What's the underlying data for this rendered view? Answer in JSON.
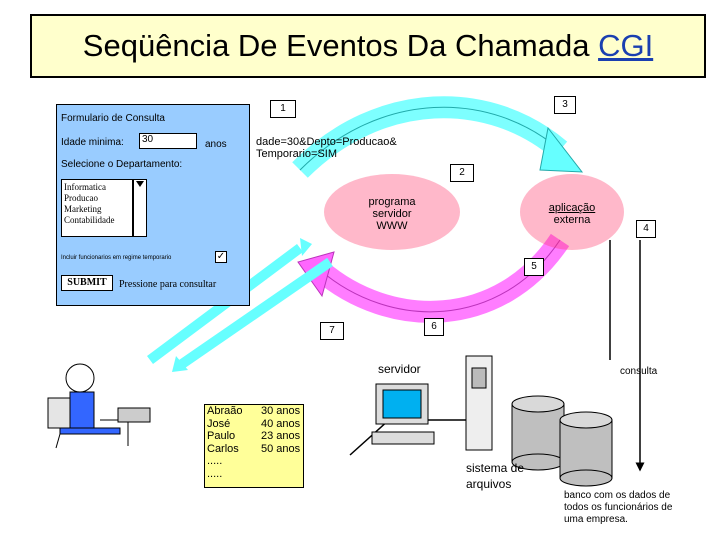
{
  "title": {
    "text": "Seqüência De Eventos Da Chamada ",
    "link": "CGI"
  },
  "form": {
    "title": "Formulario de  Consulta",
    "age_label": "Idade minima:",
    "age_value": "30",
    "age_unit": "anos",
    "dept_label": "Selecione o  Departamento:",
    "departments": [
      "Informatica",
      "Producao",
      "Marketing",
      "Contabilidade"
    ],
    "temp_label": "Incluir funcionarios em regime temporario",
    "submit": "SUBMIT",
    "submit_hint": "Pressione para consultar"
  },
  "steps": [
    "1",
    "2",
    "3",
    "4",
    "5",
    "6",
    "7"
  ],
  "query_string": [
    "dade=30&Depto=Producao&",
    "Temporario=SIM"
  ],
  "nodes": {
    "server_program": [
      "programa",
      "servidor",
      "WWW"
    ],
    "external_app": [
      "aplicação",
      "externa"
    ],
    "server": "servidor",
    "consulta": "consulta",
    "file_system": [
      "sistema de",
      "arquivos"
    ],
    "database": [
      "banco com   os dados de",
      "todos  os  funcionários de",
      "uma  empresa."
    ]
  },
  "results": {
    "names": [
      "Abraão",
      "José",
      "Paulo",
      "Carlos",
      ".....",
      "....."
    ],
    "ages": [
      "30  anos",
      "40  anos",
      "23  anos",
      "50  anos"
    ]
  },
  "colors": {
    "title_bg": "#ffffcc",
    "form_bg": "#99ccff",
    "ellipse": "#ff3366",
    "arrow_cyan": "#66ffff",
    "result_bg": "#ffff99",
    "link": "#1a3fb0"
  }
}
